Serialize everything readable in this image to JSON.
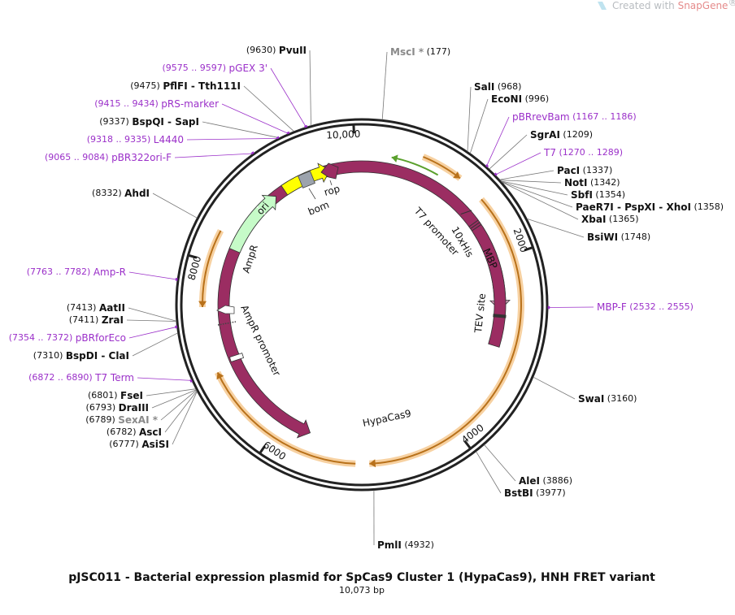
{
  "watermark": {
    "prefix": "Created with ",
    "brand": "SnapGene",
    "mark": "®"
  },
  "plasmid": {
    "title": "pJSC011 - Bacterial expression plasmid for SpCas9 Cluster 1 (HypaCas9), HNH FRET variant",
    "length_label": "10,073 bp",
    "length": 10073
  },
  "ticks": [
    {
      "label": "10,000",
      "pos": 10000
    },
    {
      "label": "2000",
      "pos": 2000
    },
    {
      "label": "4000",
      "pos": 4000
    },
    {
      "label": "6000",
      "pos": 6000
    },
    {
      "label": "8000",
      "pos": 8000
    }
  ],
  "sites": [
    {
      "name": "PvuII",
      "pos": "(9630)",
      "bp": 9630,
      "side": "left"
    },
    {
      "name": "PflFI - Tth111I",
      "pos": "(9475)",
      "bp": 9475,
      "side": "left"
    },
    {
      "name": "BspQI - SapI",
      "pos": "(9337)",
      "bp": 9337,
      "side": "left"
    },
    {
      "name": "AhdI",
      "pos": "(8332)",
      "bp": 8332,
      "side": "left"
    },
    {
      "name": "AatII",
      "pos": "(7413)",
      "bp": 7413,
      "side": "left"
    },
    {
      "name": "ZraI",
      "pos": "(7411)",
      "bp": 7411,
      "side": "left"
    },
    {
      "name": "BspDI - ClaI",
      "pos": "(7310)",
      "bp": 7310,
      "side": "left"
    },
    {
      "name": "FseI",
      "pos": "(6801)",
      "bp": 6801,
      "side": "left"
    },
    {
      "name": "DraIII",
      "pos": "(6793)",
      "bp": 6793,
      "side": "left"
    },
    {
      "name": "SexAI *",
      "pos": "(6789)",
      "bp": 6789,
      "side": "left",
      "gray": true
    },
    {
      "name": "AscI",
      "pos": "(6782)",
      "bp": 6782,
      "side": "left"
    },
    {
      "name": "AsiSI",
      "pos": "(6777)",
      "bp": 6777,
      "side": "left"
    },
    {
      "name": "MscI *",
      "pos": "(177)",
      "bp": 177,
      "side": "right",
      "gray": true
    },
    {
      "name": "SalI",
      "pos": "(968)",
      "bp": 968,
      "side": "right"
    },
    {
      "name": "EcoNI",
      "pos": "(996)",
      "bp": 996,
      "side": "right"
    },
    {
      "name": "SgrAI",
      "pos": "(1209)",
      "bp": 1209,
      "side": "right"
    },
    {
      "name": "PacI",
      "pos": "(1337)",
      "bp": 1337,
      "side": "right"
    },
    {
      "name": "NotI",
      "pos": "(1342)",
      "bp": 1342,
      "side": "right"
    },
    {
      "name": "SbfI",
      "pos": "(1354)",
      "bp": 1354,
      "side": "right"
    },
    {
      "name": "PaeR7I - PspXI - XhoI",
      "pos": "(1358)",
      "bp": 1358,
      "side": "right"
    },
    {
      "name": "XbaI",
      "pos": "(1365)",
      "bp": 1365,
      "side": "right"
    },
    {
      "name": "BsiWI",
      "pos": "(1748)",
      "bp": 1748,
      "side": "right"
    },
    {
      "name": "SwaI",
      "pos": "(3160)",
      "bp": 3160,
      "side": "right"
    },
    {
      "name": "AleI",
      "pos": "(3886)",
      "bp": 3886,
      "side": "right"
    },
    {
      "name": "BstBI",
      "pos": "(3977)",
      "bp": 3977,
      "side": "right"
    },
    {
      "name": "PmlI",
      "pos": "(4932)",
      "bp": 4932,
      "side": "right"
    }
  ],
  "primers": [
    {
      "name": "pGEX 3'",
      "pos": "(9575 .. 9597)",
      "bp": 9586,
      "side": "left"
    },
    {
      "name": "pRS-marker",
      "pos": "(9415 .. 9434)",
      "bp": 9424,
      "side": "left"
    },
    {
      "name": "L4440",
      "pos": "(9318 .. 9335)",
      "bp": 9326,
      "side": "left"
    },
    {
      "name": "pBR322ori-F",
      "pos": "(9065 .. 9084)",
      "bp": 9074,
      "side": "left"
    },
    {
      "name": "Amp-R",
      "pos": "(7763 .. 7782)",
      "bp": 7772,
      "side": "left"
    },
    {
      "name": "pBRforEco",
      "pos": "(7354 .. 7372)",
      "bp": 7363,
      "side": "left"
    },
    {
      "name": "T7 Term",
      "pos": "(6872 .. 6890)",
      "bp": 6881,
      "side": "left"
    },
    {
      "name": "pBRrevBam",
      "pos": "(1167 .. 1186)",
      "bp": 1176,
      "side": "right"
    },
    {
      "name": "T7",
      "pos": "(1270 .. 1289)",
      "bp": 1280,
      "side": "right"
    },
    {
      "name": "MBP-F",
      "pos": "(2532 .. 2555)",
      "bp": 2543,
      "side": "right"
    }
  ],
  "features": [
    {
      "name": "HypaCas9",
      "color": "#9b2d62"
    },
    {
      "name": "MBP",
      "color": "#d29cba"
    },
    {
      "name": "AmpR",
      "color": "#c6fbc8"
    },
    {
      "name": "ori",
      "color": "#ffff00"
    },
    {
      "name": "rop",
      "color": "#9b2d62"
    },
    {
      "name": "bom",
      "color": "#9ca3ad"
    },
    {
      "name": "AmpR promoter",
      "color": "#ffffff"
    },
    {
      "name": "T7 promoter",
      "color": "#ffffff"
    },
    {
      "name": "10xHis",
      "color": "#ffffff"
    },
    {
      "name": "TEV site",
      "color": "#ffffff"
    }
  ],
  "colors": {
    "backbone": "#222222",
    "primer": "#9b30c9",
    "orf_highlight": "#f5c58a",
    "orf_arrow": "#b8711a",
    "green_arrow": "#5aa02c"
  }
}
